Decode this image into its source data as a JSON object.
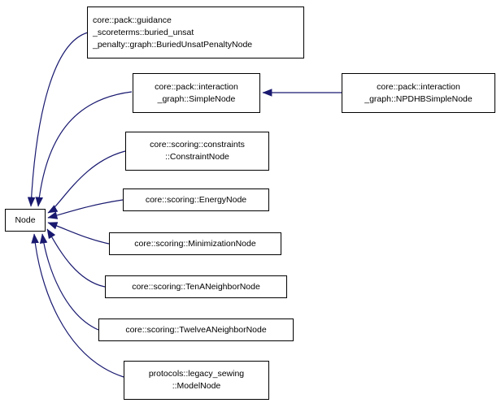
{
  "diagram": {
    "type": "class-inheritance-graph",
    "edge_color": "#191970",
    "border_color": "#000000",
    "background_color": "#ffffff",
    "base": {
      "label": "Node"
    },
    "nodes": [
      {
        "id": "buried-unsat-penalty-node",
        "lines": [
          "core::pack::guidance",
          "_scoreterms::buried_unsat",
          "_penalty::graph::BuriedUnsatPenaltyNode"
        ]
      },
      {
        "id": "simple-node",
        "lines": [
          "core::pack::interaction",
          "_graph::SimpleNode"
        ]
      },
      {
        "id": "npdhb-simple-node",
        "lines": [
          "core::pack::interaction",
          "_graph::NPDHBSimpleNode"
        ]
      },
      {
        "id": "constraint-node",
        "lines": [
          "core::scoring::constraints",
          "::ConstraintNode"
        ]
      },
      {
        "id": "energy-node",
        "lines": [
          "core::scoring::EnergyNode"
        ]
      },
      {
        "id": "minimization-node",
        "lines": [
          "core::scoring::MinimizationNode"
        ]
      },
      {
        "id": "ten-a-neighbor-node",
        "lines": [
          "core::scoring::TenANeighborNode"
        ]
      },
      {
        "id": "twelve-a-neighbor-node",
        "lines": [
          "core::scoring::TwelveANeighborNode"
        ]
      },
      {
        "id": "model-node",
        "lines": [
          "protocols::legacy_sewing",
          "::ModelNode"
        ]
      }
    ],
    "edges": [
      {
        "from": "buried-unsat-penalty-node",
        "to": "base"
      },
      {
        "from": "simple-node",
        "to": "base"
      },
      {
        "from": "constraint-node",
        "to": "base"
      },
      {
        "from": "energy-node",
        "to": "base"
      },
      {
        "from": "minimization-node",
        "to": "base"
      },
      {
        "from": "ten-a-neighbor-node",
        "to": "base"
      },
      {
        "from": "twelve-a-neighbor-node",
        "to": "base"
      },
      {
        "from": "model-node",
        "to": "base"
      },
      {
        "from": "npdhb-simple-node",
        "to": "simple-node"
      }
    ]
  }
}
